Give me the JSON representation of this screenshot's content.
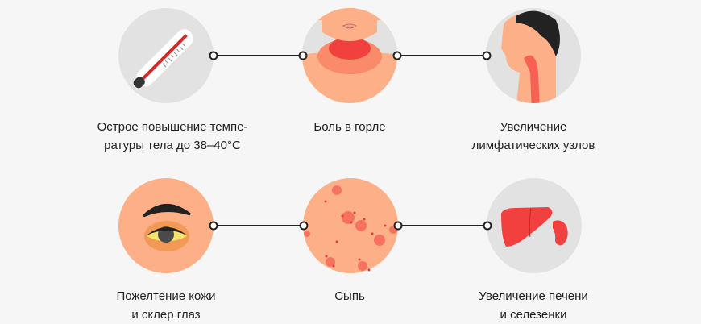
{
  "symptoms": [
    {
      "label_line1": "Острое повышение темпе-",
      "label_line2": "ратуры тела до 38–40°C",
      "icon": "thermometer-icon"
    },
    {
      "label_line1": "Боль в горле",
      "label_line2": "",
      "icon": "sore-throat-icon"
    },
    {
      "label_line1": "Увеличение",
      "label_line2": "лимфатических узлов",
      "icon": "lymph-nodes-icon"
    },
    {
      "label_line1": "Пожелтение кожи",
      "label_line2": "и склер глаз",
      "icon": "yellow-eye-icon"
    },
    {
      "label_line1": "Сыпь",
      "label_line2": "",
      "icon": "rash-icon"
    },
    {
      "label_line1": "Увеличение печени",
      "label_line2": "и селезенки",
      "icon": "liver-spleen-icon"
    }
  ],
  "colors": {
    "skin": "#fdb088",
    "grey": "#e2e2e2",
    "red": "#f2403f",
    "yellow": "#f4e46c"
  }
}
